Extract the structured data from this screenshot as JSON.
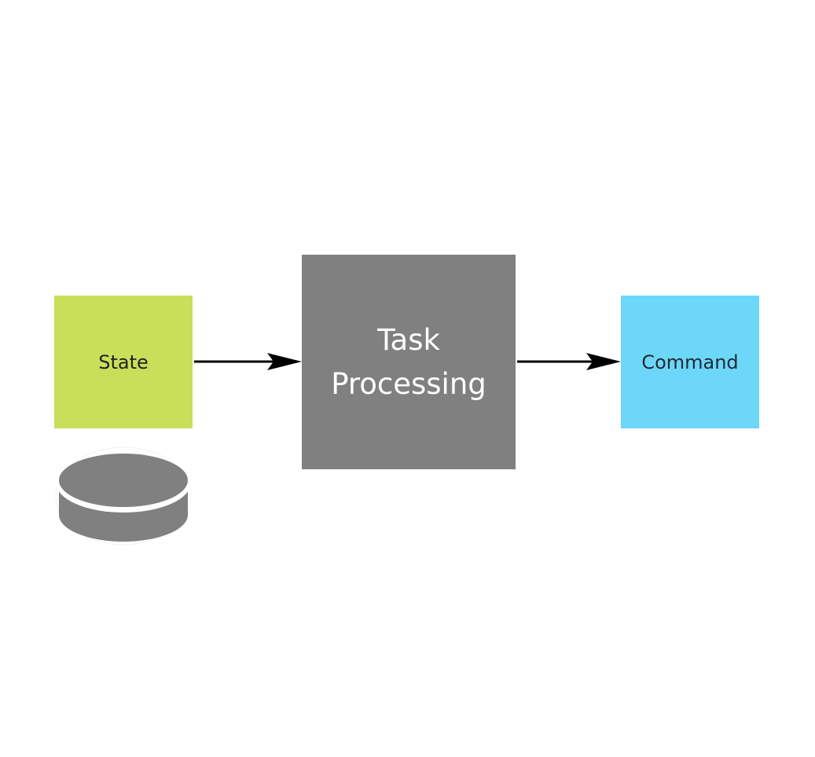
{
  "diagram": {
    "nodes": [
      {
        "id": "state",
        "label": "State",
        "color": "#c9df5a"
      },
      {
        "id": "task_processing",
        "label": "Task\nProcessing",
        "color": "#808080"
      },
      {
        "id": "command",
        "label": "Command",
        "color": "#6cd7f9"
      }
    ],
    "edges": [
      {
        "from": "state",
        "to": "task_processing"
      },
      {
        "from": "task_processing",
        "to": "command"
      }
    ],
    "database_icon": {
      "name": "database-cylinder",
      "color": "#808080"
    }
  }
}
